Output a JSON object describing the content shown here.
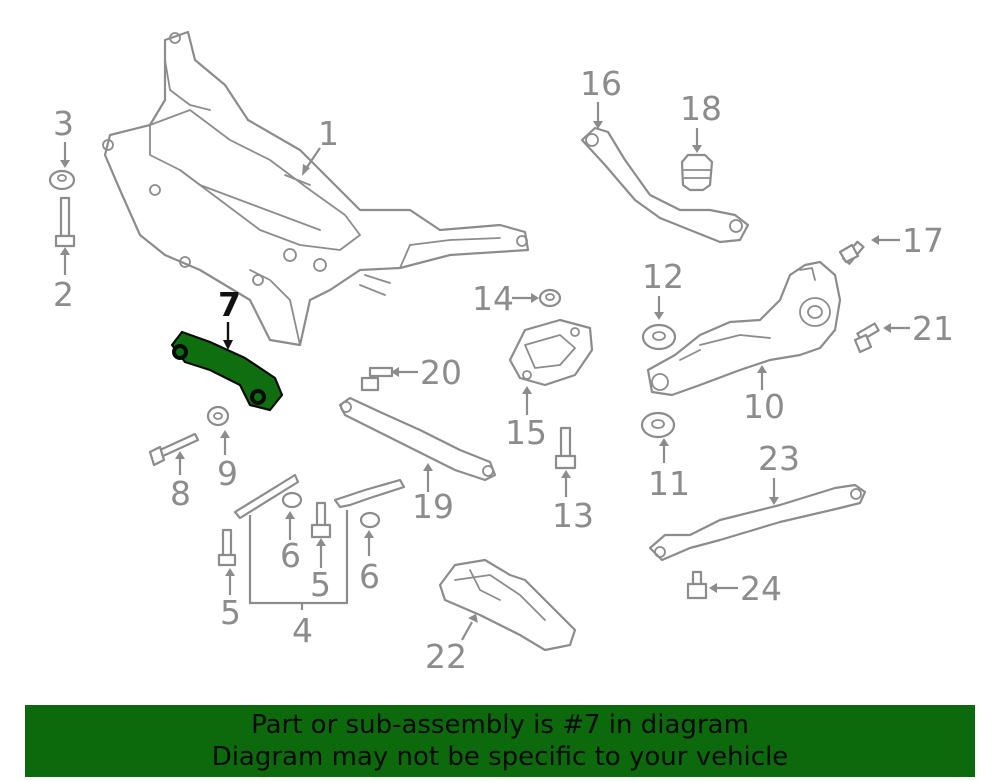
{
  "callouts": {
    "c1": "1",
    "c2": "2",
    "c3": "3",
    "c4": "4",
    "c5a": "5",
    "c5b": "5",
    "c6a": "6",
    "c6b": "6",
    "c7": "7",
    "c8": "8",
    "c9": "9",
    "c10": "10",
    "c11": "11",
    "c12": "12",
    "c13": "13",
    "c14": "14",
    "c15": "15",
    "c16": "16",
    "c17": "17",
    "c18": "18",
    "c19": "19",
    "c20": "20",
    "c21": "21",
    "c22": "22",
    "c23": "23",
    "c24": "24"
  },
  "highlighted_part": "7",
  "colors": {
    "highlight": "#0f6e0f",
    "banner": "#0c6a0c",
    "line": "#8c8c8c"
  },
  "banner": {
    "line1": "Part or sub-assembly is #7 in diagram",
    "line2": "Diagram may not be specific to your vehicle"
  }
}
